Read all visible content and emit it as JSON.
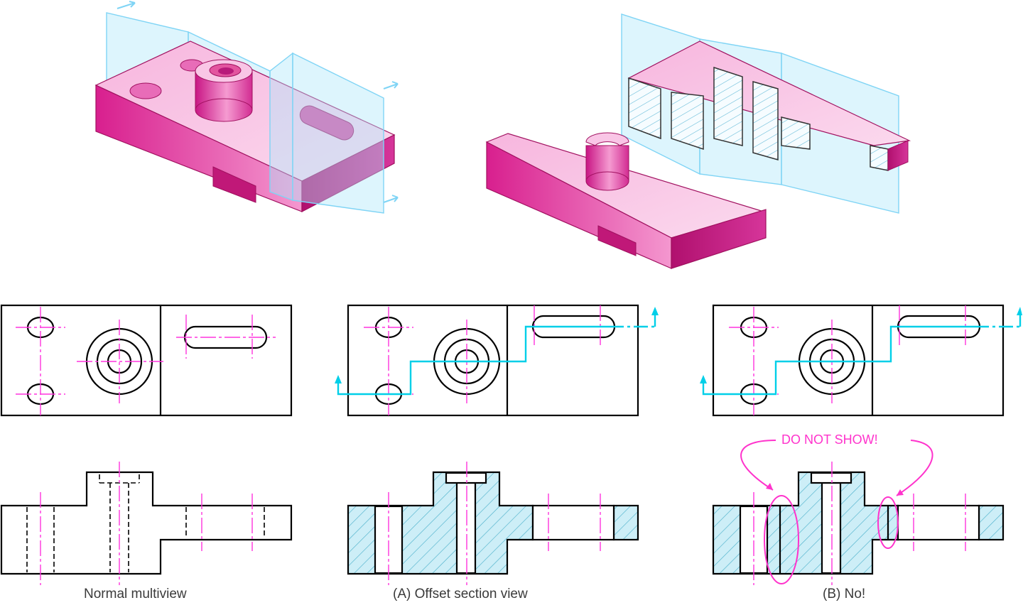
{
  "captions": {
    "normal": "Normal multiview",
    "offset": "(A)  Offset section view",
    "no": "(B)  No!"
  },
  "annotation": {
    "text": "DO NOT SHOW!"
  },
  "colors": {
    "part_pink": "#d81f8e",
    "centerline_magenta": "#ff33dd",
    "cutting_plane_cyan": "#00cfe8",
    "hatch_fill": "#cdeef7",
    "plane_blue": "#aee6fa",
    "annotation_magenta": "#ff33cc"
  },
  "icons": [
    "cutting-plane-arrow-icon"
  ]
}
